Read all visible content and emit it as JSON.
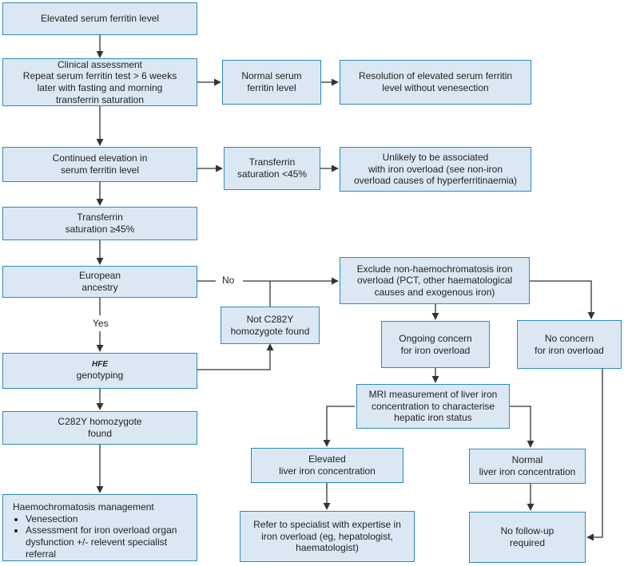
{
  "nodes": {
    "elevated_ferritin": "Elevated serum ferritin level",
    "clinical_assessment": "Clinical assessment\nRepeat serum ferritin test > 6 weeks\nlater with fasting and morning\ntransferrin saturation",
    "normal_ferritin": "Normal serum\nferritin level",
    "resolution": "Resolution of elevated serum ferritin\nlevel without venesection",
    "continued_elevation": "Continued elevation in\nserum ferritin level",
    "ts_below_45": "Transferrin\nsaturation <45%",
    "unlikely_overload": "Unlikely to be associated\nwith iron overload (see non-iron\noverload causes of hyperferritinaemia)",
    "ts_45_above": "Transferrin\nsaturation ≥45%",
    "european_ancestry": "European\nancestry",
    "exclude_non_haemo": "Exclude non-haemochromatosis iron\noverload (PCT, other haematological\ncauses and exogenous iron)",
    "not_c282y": "Not C282Y\nhomozygote found",
    "ongoing_concern": "Ongoing concern\nfor iron overload",
    "no_concern": "No concern\nfor iron overload",
    "hfe_italic": "HFE",
    "hfe_genotyping": "genotyping",
    "mri": "MRI measurement of liver iron\nconcentration to characterise\nhepatic iron status",
    "c282y_found": "C282Y homozygote\nfound",
    "elevated_liver": "Elevated\nliver iron concentration",
    "normal_liver": "Normal\nliver iron concentration",
    "management_title": "Haemochromatosis management",
    "management_items": [
      "Venesection",
      "Assessment for iron overload organ dysfunction +/- relevent specialist referral"
    ],
    "refer_specialist": "Refer to specialist with expertise in\niron overload (eg, hepatologist,\nhaematologist)",
    "no_followup": "No follow-up\nrequired"
  },
  "edge_labels": {
    "no": "No",
    "yes": "Yes"
  },
  "colors": {
    "box_fill": "#dbe8f4",
    "box_border": "#2e8ab8",
    "arrow": "#333333",
    "text": "#222222"
  }
}
